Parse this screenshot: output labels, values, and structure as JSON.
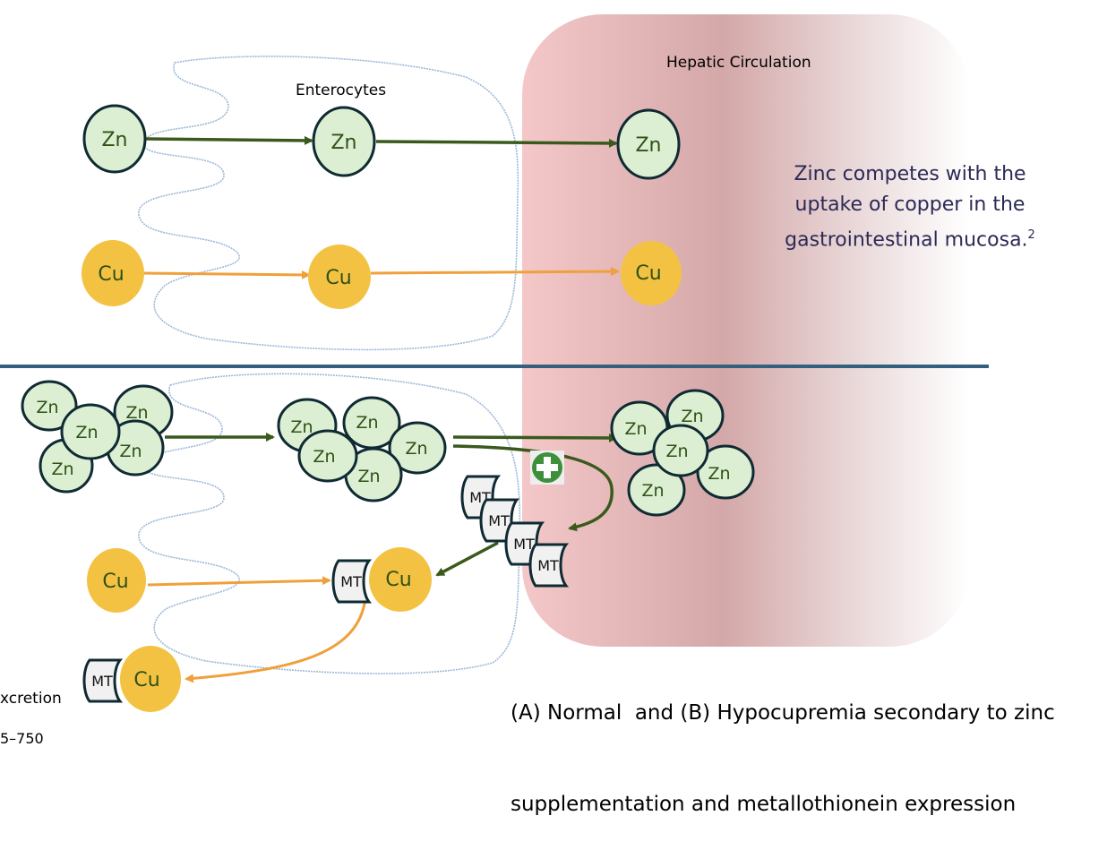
{
  "labels": {
    "enterocytes": "Enterocytes",
    "hepatic_circulation": "Hepatic Circulation",
    "excretion_partial": "xcretion",
    "page_ref_partial": "5–750"
  },
  "note": {
    "line1": "Zinc competes with the",
    "line2": "uptake of copper in the",
    "line3": "gastrointestinal mucosa.",
    "superscript": "2"
  },
  "caption": {
    "line1": "(A) Normal  and (B) Hypocupremia secondary to zinc",
    "line2": "supplementation and metallothionein expression"
  },
  "atoms": {
    "zn": "Zn",
    "cu": "Cu",
    "mt": "MT"
  },
  "colors": {
    "zn_fill": "#dcefd3",
    "zn_stroke": "#0f2a33",
    "zn_text": "#2f5116",
    "cu_fill": "#f4c243",
    "cu_text": "#2f5116",
    "zn_arrow": "#3a5a1d",
    "cu_arrow": "#f0a03a",
    "divider": "#33607f",
    "mt_fill": "#f1f1f1",
    "enterocyte_outline": "#9bb8d8",
    "plus_icon": "#3e8f3a",
    "note_text": "#2b2a55"
  },
  "panels": {
    "A": {
      "stages": [
        "lumen",
        "enterocyte",
        "hepatic_circulation"
      ],
      "zn_counts": [
        1,
        1,
        1
      ],
      "cu_counts": [
        1,
        1,
        1
      ]
    },
    "B": {
      "stages": [
        "lumen",
        "enterocyte",
        "hepatic_circulation"
      ],
      "zn_counts": [
        5,
        5,
        5
      ],
      "mt_induced_count": 4,
      "cu_bound_to_mt": true,
      "cu_excreted_with_mt": true
    }
  }
}
